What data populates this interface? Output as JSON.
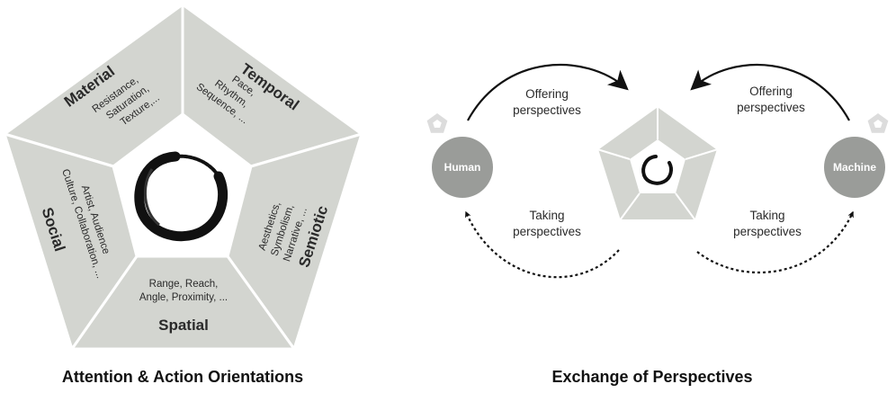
{
  "colors": {
    "segment": "#d3d5d0",
    "segment_light": "#dfe1dc",
    "segment_stroke": "#ffffff",
    "node": "#9a9c99",
    "text": "#2a2a2a",
    "arrow": "#111111",
    "mini_pentagon": "#dcdcdc"
  },
  "left_diagram": {
    "caption": "Attention & Action Orientations",
    "center_icon": "enso-brush-circle-icon",
    "segments": {
      "material": {
        "title": "Material",
        "lines": [
          "Resistance,",
          "Saturation,",
          "Texture,..."
        ]
      },
      "temporal": {
        "title": "Temporal",
        "lines": [
          "Pace,",
          "Rhythm,",
          "Sequence, ..."
        ]
      },
      "semiotic": {
        "title": "Semiotic",
        "lines": [
          "Aesthetics,",
          "Symbolism,",
          "Narrative, ..."
        ]
      },
      "spatial": {
        "title": "Spatial",
        "lines": [
          "Range, Reach,",
          "Angle, Proximity, ..."
        ]
      },
      "social": {
        "title": "Social",
        "lines": [
          "Artist, Audience",
          "Culture, Collaboration, ..."
        ]
      }
    }
  },
  "right_diagram": {
    "caption": "Exchange of Perspectives",
    "human": {
      "label": "Human"
    },
    "machine": {
      "label": "Machine"
    },
    "left_offering": {
      "lines": [
        "Offering",
        "perspectives"
      ]
    },
    "left_taking": {
      "lines": [
        "Taking",
        "perspectives"
      ]
    },
    "right_offering": {
      "lines": [
        "Offering",
        "perspectives"
      ]
    },
    "right_taking": {
      "lines": [
        "Taking",
        "perspectives"
      ]
    },
    "center_icon": "enso-brush-circle-icon"
  }
}
